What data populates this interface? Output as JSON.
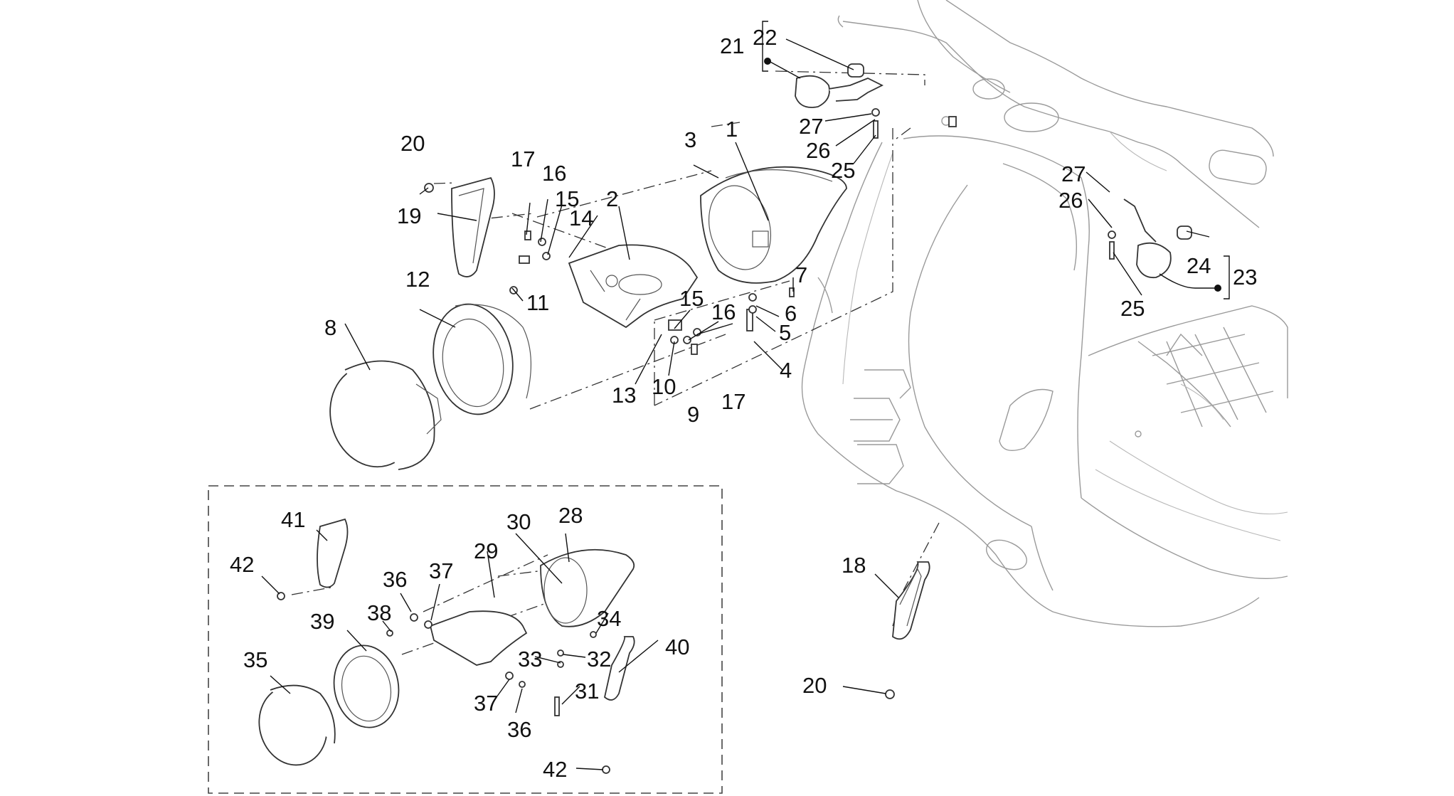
{
  "callouts": [
    {
      "id": "c1",
      "text": "1"
    },
    {
      "id": "c2",
      "text": "2"
    },
    {
      "id": "c3",
      "text": "3"
    },
    {
      "id": "c4",
      "text": "4"
    },
    {
      "id": "c5",
      "text": "5"
    },
    {
      "id": "c6",
      "text": "6"
    },
    {
      "id": "c7",
      "text": "7"
    },
    {
      "id": "c8",
      "text": "8"
    },
    {
      "id": "c9",
      "text": "9"
    },
    {
      "id": "c10",
      "text": "10"
    },
    {
      "id": "c11",
      "text": "11"
    },
    {
      "id": "c12",
      "text": "12"
    },
    {
      "id": "c13",
      "text": "13"
    },
    {
      "id": "c14",
      "text": "14"
    },
    {
      "id": "c15a",
      "text": "15"
    },
    {
      "id": "c15b",
      "text": "15"
    },
    {
      "id": "c16a",
      "text": "16"
    },
    {
      "id": "c16b",
      "text": "16"
    },
    {
      "id": "c17a",
      "text": "17"
    },
    {
      "id": "c17b",
      "text": "17"
    },
    {
      "id": "c18",
      "text": "18"
    },
    {
      "id": "c19",
      "text": "19"
    },
    {
      "id": "c20a",
      "text": "20"
    },
    {
      "id": "c20b",
      "text": "20"
    },
    {
      "id": "c21",
      "text": "21"
    },
    {
      "id": "c22",
      "text": "22"
    },
    {
      "id": "c23",
      "text": "23"
    },
    {
      "id": "c24",
      "text": "24"
    },
    {
      "id": "c25a",
      "text": "25"
    },
    {
      "id": "c25b",
      "text": "25"
    },
    {
      "id": "c26a",
      "text": "26"
    },
    {
      "id": "c26b",
      "text": "26"
    },
    {
      "id": "c27a",
      "text": "27"
    },
    {
      "id": "c27b",
      "text": "27"
    },
    {
      "id": "c28",
      "text": "28"
    },
    {
      "id": "c29",
      "text": "29"
    },
    {
      "id": "c30",
      "text": "30"
    },
    {
      "id": "c31",
      "text": "31"
    },
    {
      "id": "c32",
      "text": "32"
    },
    {
      "id": "c33",
      "text": "33"
    },
    {
      "id": "c34",
      "text": "34"
    },
    {
      "id": "c35",
      "text": "35"
    },
    {
      "id": "c36a",
      "text": "36"
    },
    {
      "id": "c36b",
      "text": "36"
    },
    {
      "id": "c37a",
      "text": "37"
    },
    {
      "id": "c37b",
      "text": "37"
    },
    {
      "id": "c38",
      "text": "38"
    },
    {
      "id": "c39",
      "text": "39"
    },
    {
      "id": "c40",
      "text": "40"
    },
    {
      "id": "c41",
      "text": "41"
    },
    {
      "id": "c42a",
      "text": "42"
    },
    {
      "id": "c42b",
      "text": "42"
    }
  ],
  "colors": {
    "line": "#111111",
    "body_outline": "#9a9a9a",
    "background": "#ffffff"
  }
}
